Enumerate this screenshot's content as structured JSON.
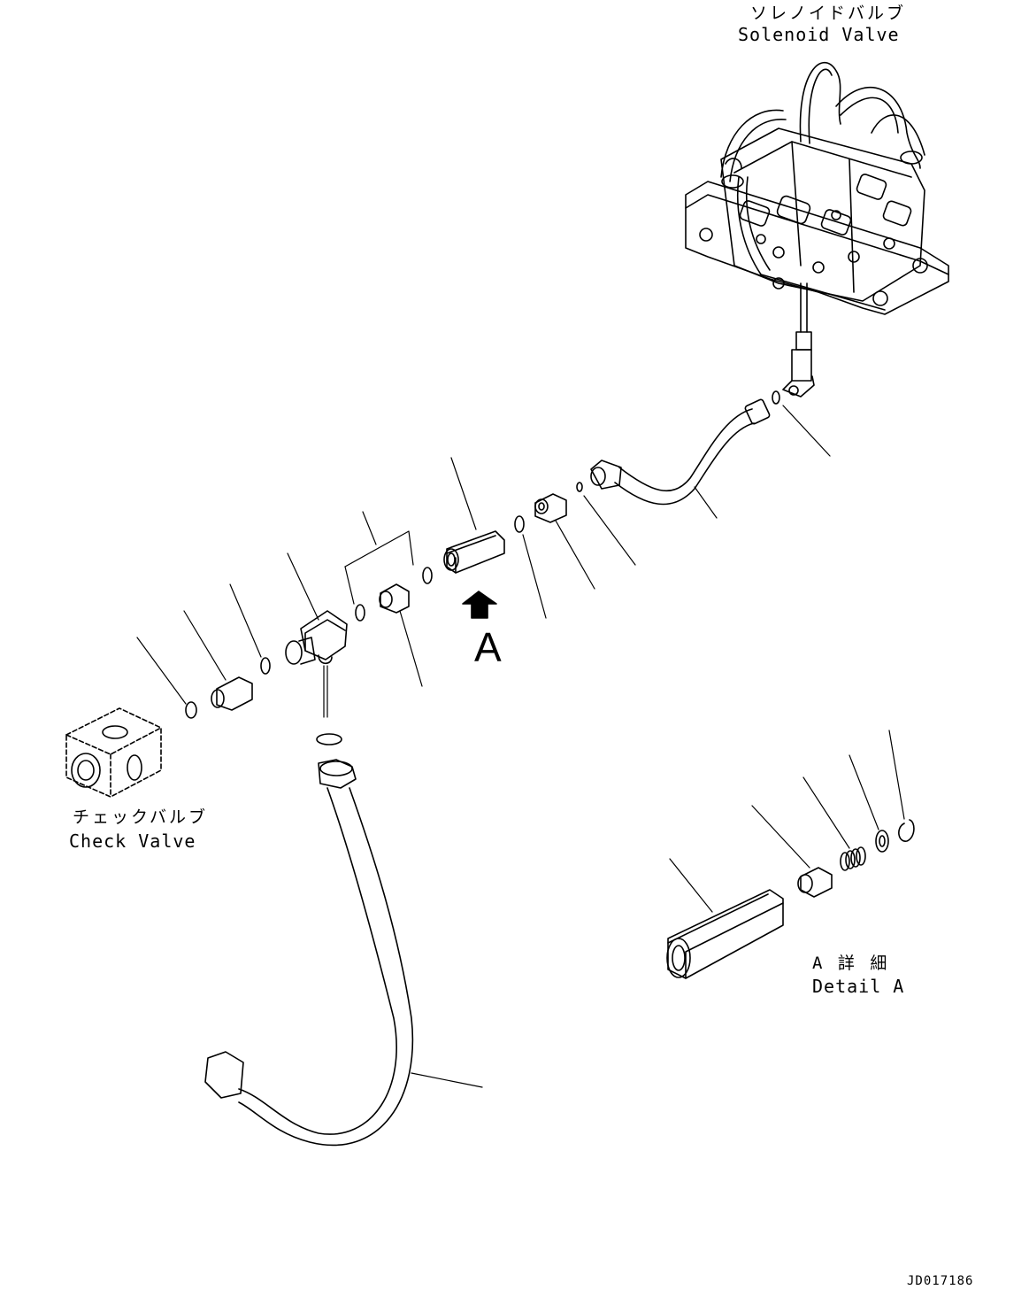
{
  "labels": {
    "solenoid_valve_jp": "ソレノイドバルブ",
    "solenoid_valve_en": "Solenoid Valve",
    "check_valve_jp": "チェックバルブ",
    "check_valve_en": "Check Valve",
    "view_marker": "A",
    "detail_jp": "A 詳 細",
    "detail_en": "Detail A",
    "drawing_code": "JD017186"
  }
}
